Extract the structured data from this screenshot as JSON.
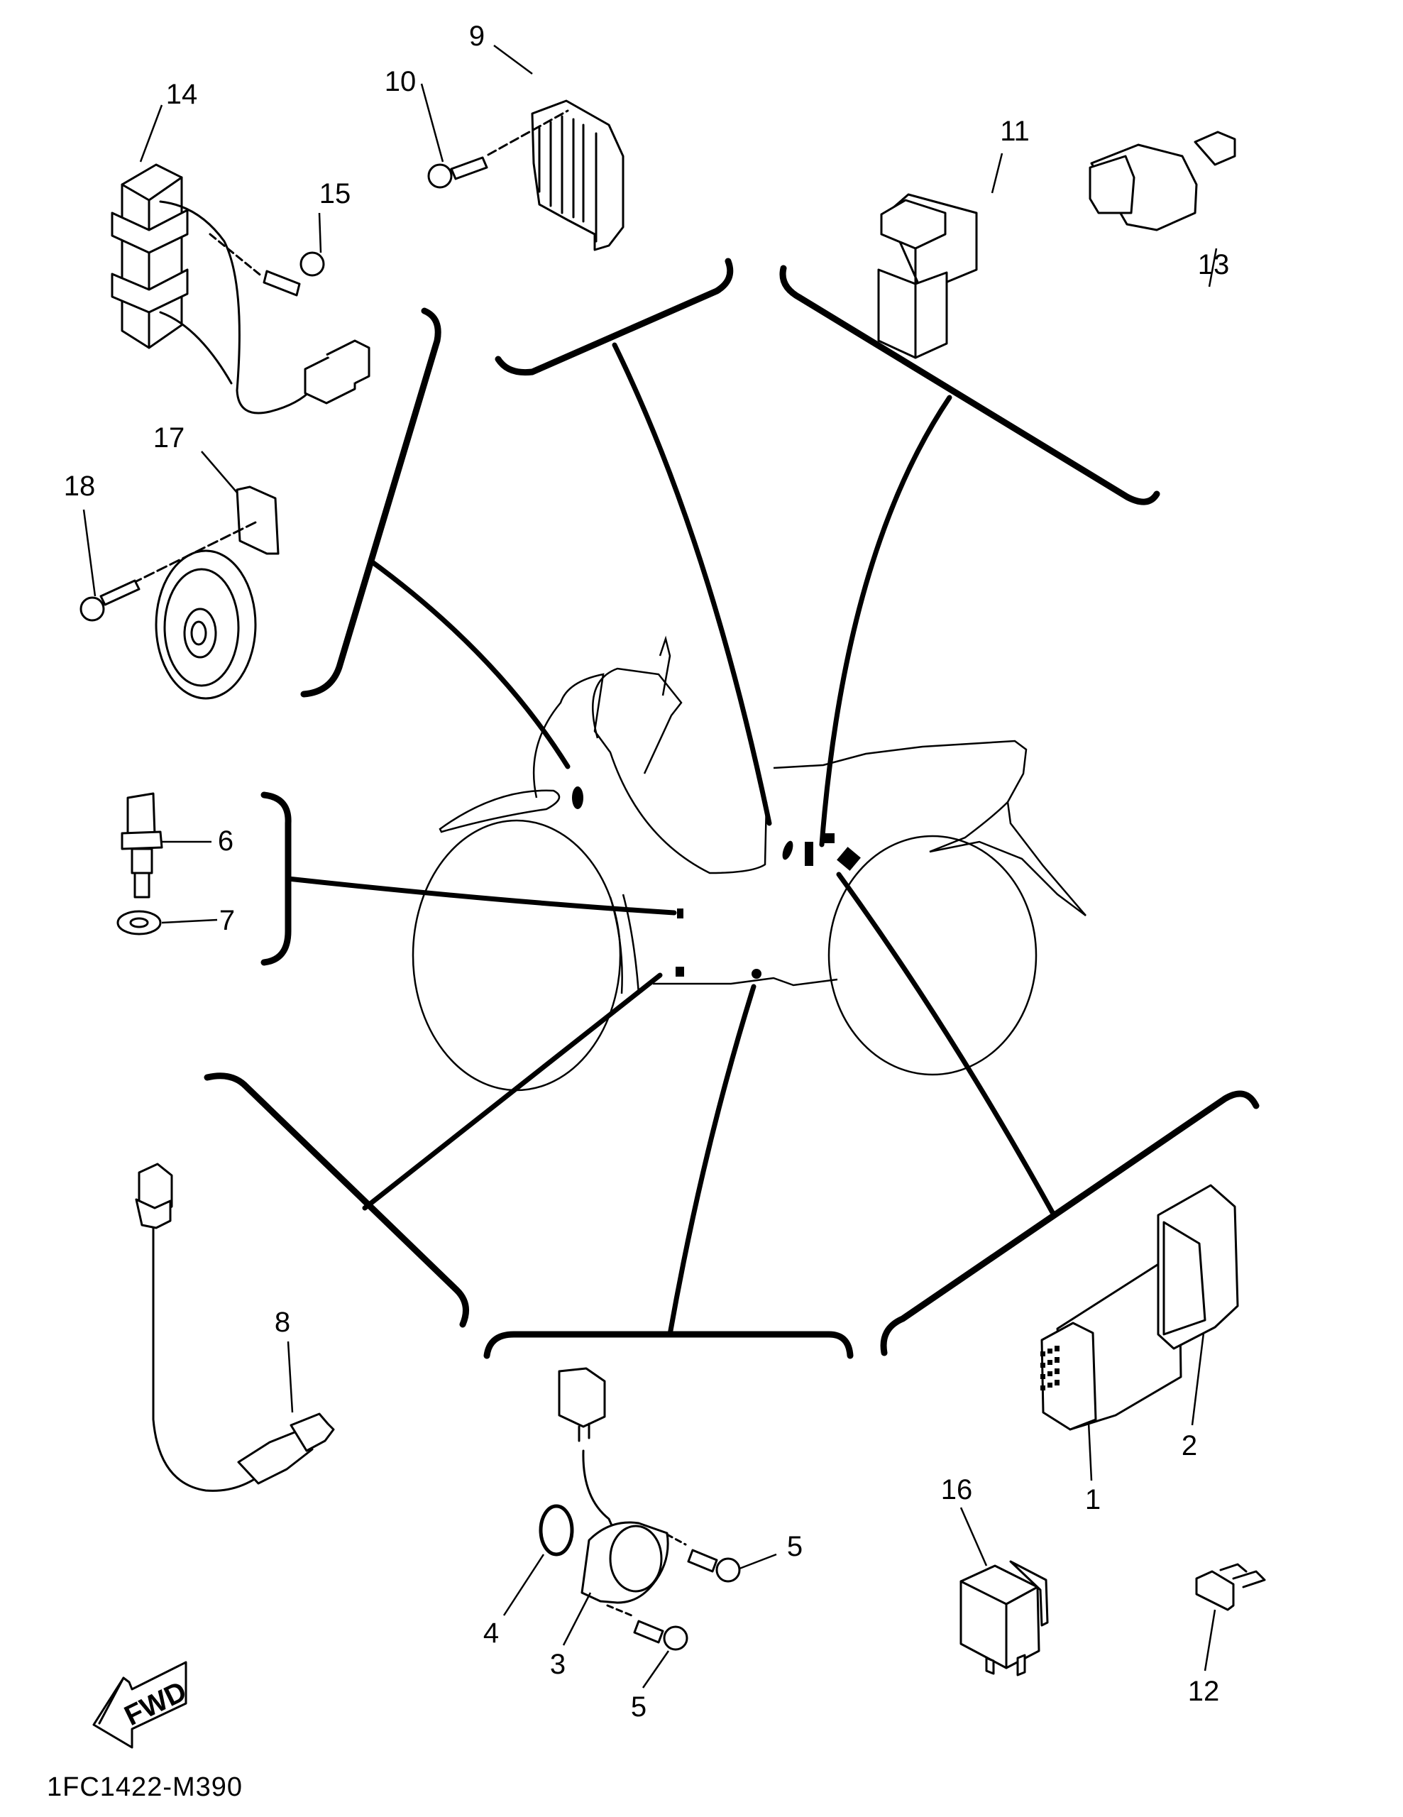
{
  "diagram": {
    "drawing_code": "1FC1422-M390",
    "direction_label": "FWD",
    "callouts": [
      {
        "id": "14",
        "label": "14"
      },
      {
        "id": "15",
        "label": "15"
      },
      {
        "id": "10",
        "label": "10"
      },
      {
        "id": "9",
        "label": "9"
      },
      {
        "id": "11",
        "label": "11"
      },
      {
        "id": "13",
        "label": "13"
      },
      {
        "id": "17",
        "label": "17"
      },
      {
        "id": "18",
        "label": "18"
      },
      {
        "id": "6",
        "label": "6"
      },
      {
        "id": "7",
        "label": "7"
      },
      {
        "id": "8",
        "label": "8"
      },
      {
        "id": "4",
        "label": "4"
      },
      {
        "id": "3",
        "label": "3"
      },
      {
        "id": "5a",
        "label": "5"
      },
      {
        "id": "5b",
        "label": "5"
      },
      {
        "id": "1",
        "label": "1"
      },
      {
        "id": "2",
        "label": "2"
      },
      {
        "id": "16",
        "label": "16"
      },
      {
        "id": "12",
        "label": "12"
      }
    ],
    "groups": [
      {
        "name": "rectifier-regulator-group",
        "parts": [
          "9",
          "10"
        ]
      },
      {
        "name": "relay-group",
        "parts": [
          "11",
          "13"
        ]
      },
      {
        "name": "resistor-group",
        "parts": [
          "14",
          "15"
        ]
      },
      {
        "name": "horn-group",
        "parts": [
          "17",
          "18"
        ]
      },
      {
        "name": "temperature-sensor-group",
        "parts": [
          "6",
          "7"
        ]
      },
      {
        "name": "o2-sensor-group",
        "parts": [
          "8"
        ]
      },
      {
        "name": "sensor-group",
        "parts": [
          "3",
          "4",
          "5"
        ]
      },
      {
        "name": "ecu-group",
        "parts": [
          "1",
          "2",
          "16",
          "12"
        ]
      }
    ]
  }
}
